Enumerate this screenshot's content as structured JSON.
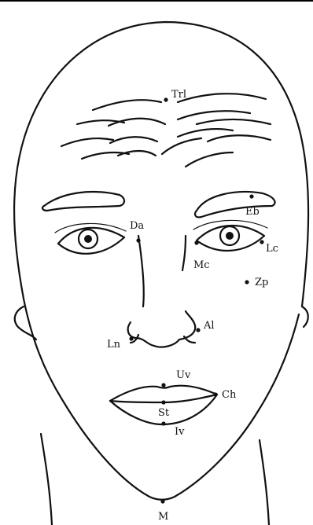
{
  "landmarks": [
    {
      "id": "Trl",
      "label": "Trl"
    },
    {
      "id": "Eb",
      "label": "Eb"
    },
    {
      "id": "Da",
      "label": "Da"
    },
    {
      "id": "Lc",
      "label": "Lc"
    },
    {
      "id": "Mc",
      "label": "Mc"
    },
    {
      "id": "Zp",
      "label": "Zp"
    },
    {
      "id": "Al",
      "label": "Al"
    },
    {
      "id": "Ln",
      "label": "Ln"
    },
    {
      "id": "Uv",
      "label": "Uv"
    },
    {
      "id": "Ch",
      "label": "Ch"
    },
    {
      "id": "St",
      "label": "St"
    },
    {
      "id": "Iv",
      "label": "Iv"
    },
    {
      "id": "M",
      "label": "M"
    }
  ]
}
